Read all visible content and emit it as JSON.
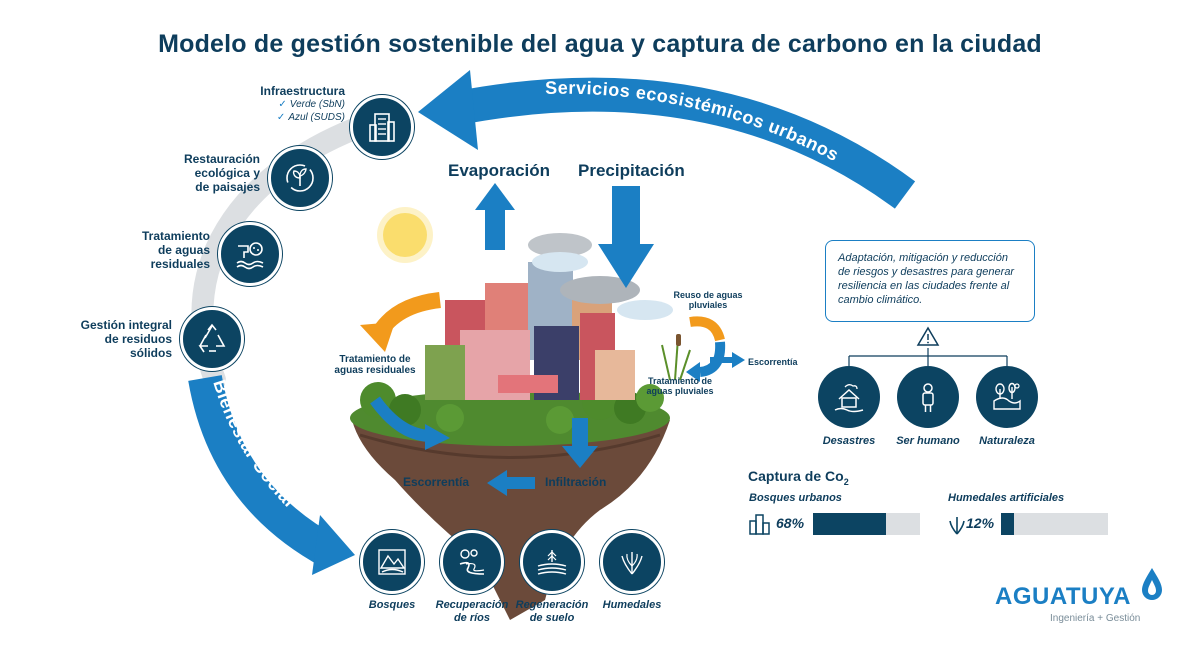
{
  "title": "Modelo de gestión sostenible del agua y captura de carbono en la ciudad",
  "arcs": {
    "top": "Servicios ecosistémicos urbanos",
    "left": "Bienestar Social"
  },
  "left_items": [
    {
      "label": "Infraestructura",
      "subs": [
        "Verde (SbN)",
        "Azul (SUDS)"
      ],
      "icon": "building-icon"
    },
    {
      "label": "Restauración ecológica y de paisajes",
      "icon": "plant-cycle-icon"
    },
    {
      "label": "Tratamiento de aguas residuales",
      "icon": "water-treatment-icon"
    },
    {
      "label": "Gestión integral de residuos sólidos",
      "icon": "recycle-icon"
    }
  ],
  "left_label_lines": {
    "restauracion": [
      "Restauración",
      "ecológica y",
      "de paisajes"
    ],
    "tratamiento": [
      "Tratamiento",
      "de aguas",
      "residuales"
    ],
    "gestion": [
      "Gestión integral",
      "de residuos",
      "sólidos"
    ]
  },
  "island": {
    "evaporacion": "Evaporación",
    "precipitacion": "Precipitación",
    "tratamiento_residuales_lines": [
      "Tratamiento de",
      "aguas residuales"
    ],
    "reuso_lines": [
      "Reuso de aguas",
      "pluviales"
    ],
    "escorrentia_right": "Escorrentía",
    "tratamiento_pluviales_lines": [
      "Tratamiento de",
      "aguas pluviales"
    ],
    "escorrentia": "Escorrentía",
    "infiltracion": "Infiltración"
  },
  "bottom_items": [
    {
      "label": "Bosques",
      "icon": "forest-icon"
    },
    {
      "label_lines": [
        "Recuperación",
        "de ríos"
      ],
      "icon": "river-icon"
    },
    {
      "label_lines": [
        "Regeneración",
        "de suelo"
      ],
      "icon": "soil-icon"
    },
    {
      "label": "Humedales",
      "icon": "wetland-icon"
    }
  ],
  "info_box": "Adaptación, mitigación y reducción de riesgos y desastres para generar resiliencia en las ciudades frente al cambio climático.",
  "risk_items": [
    {
      "label": "Desastres",
      "icon": "house-flood-icon"
    },
    {
      "label": "Ser humano",
      "icon": "person-icon"
    },
    {
      "label": "Naturaleza",
      "icon": "nature-icon"
    }
  ],
  "carbon": {
    "title_main": "Captura de Co",
    "title_sub": "2",
    "items": [
      {
        "label": "Bosques urbanos",
        "percent_label": "68%",
        "percent": 68
      },
      {
        "label": "Humedales artificiales",
        "percent_label": "12%",
        "percent": 12
      }
    ]
  },
  "logo": {
    "name": "AGUATUYA",
    "tagline": "Ingeniería + Gestión"
  },
  "colors": {
    "navy": "#0c4462",
    "blue": "#1b7fc4",
    "orange": "#f29a1c",
    "gray_arc": "#dcdfe2"
  }
}
